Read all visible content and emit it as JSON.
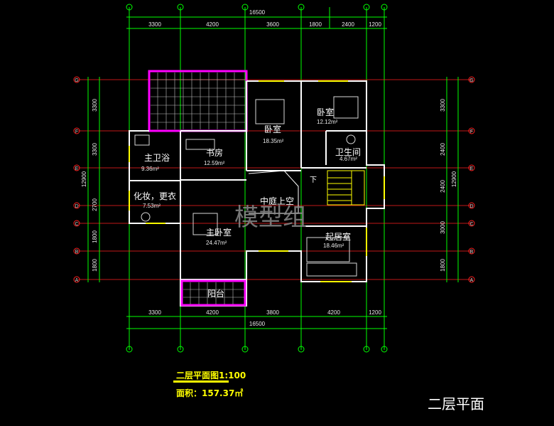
{
  "drawing": {
    "overall_dimension_top": "16500",
    "overall_dimension_bottom": "16500",
    "top_dimensions": [
      "3300",
      "4200",
      "3600",
      "1800",
      "2400",
      "1200"
    ],
    "bottom_dimensions": [
      "3300",
      "4200",
      "3800",
      "4200",
      "1200"
    ],
    "left_dimensions": [
      "3300",
      "3300",
      "2700",
      "1800",
      "1800"
    ],
    "left_total": "12900",
    "right_dimensions": [
      "3300",
      "2400",
      "2400",
      "3000",
      "1800"
    ],
    "right_total": "12900",
    "axes_horizontal": [
      "G",
      "F",
      "E",
      "D",
      "C",
      "B",
      "A"
    ],
    "colors": {
      "axis_line": "#ff2020",
      "dimension_line": "#00ff00",
      "wall": "#ffffff",
      "balcony": "#ff00ff",
      "annotation": "#ffff00"
    }
  },
  "rooms": {
    "bedroom_ne_name": "卧室",
    "bedroom_ne_area": "12.12m²",
    "bedroom_n_name": "卧室",
    "bedroom_n_area": "18.35m²",
    "master_bath_name": "主卫浴",
    "master_bath_area": "9.36m²",
    "study_name": "书房",
    "study_area": "12.59m²",
    "bathroom_name": "卫生间",
    "bathroom_area": "4.67m²",
    "dressing_name": "化妆，更衣",
    "dressing_area": "7.53m²",
    "atrium_name": "中庭上空",
    "stair_down": "下",
    "living_name": "起居室",
    "living_area": "18.46m²",
    "master_bedroom_name": "主卧室",
    "master_bedroom_area": "24.47m²",
    "balcony_name": "阳台"
  },
  "titles": {
    "plan_title": "二层平面图1:100",
    "area_total": "面积：157.37㎡",
    "corner_label": "二层平面",
    "watermark": "模型组"
  }
}
